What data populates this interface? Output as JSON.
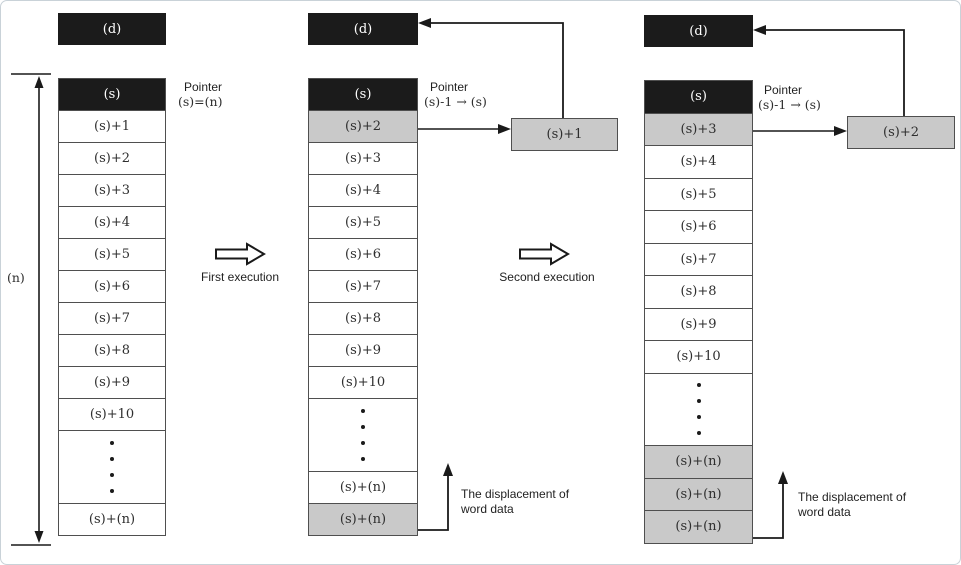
{
  "colors": {
    "black": "#1b1b1b",
    "gray": "#c9c9c9",
    "cellborder": "#4f4f4f",
    "line": "#1a1a1a",
    "figure_border": "#c9d2d8",
    "text": "#2e2e2e",
    "bg": "#ffffff"
  },
  "left": {
    "d_label": "(d)",
    "range_label": "(n)",
    "pointer_line1": "Pointer",
    "pointer_line2": "(s)=(n)",
    "rows": [
      {
        "type": "header",
        "label": "(s)"
      },
      {
        "type": "plain",
        "label": "(s)+1"
      },
      {
        "type": "plain",
        "label": "(s)+2"
      },
      {
        "type": "plain",
        "label": "(s)+3"
      },
      {
        "type": "plain",
        "label": "(s)+4"
      },
      {
        "type": "plain",
        "label": "(s)+5"
      },
      {
        "type": "plain",
        "label": "(s)+6"
      },
      {
        "type": "plain",
        "label": "(s)+7"
      },
      {
        "type": "plain",
        "label": "(s)+8"
      },
      {
        "type": "plain",
        "label": "(s)+9"
      },
      {
        "type": "plain",
        "label": "(s)+10"
      },
      {
        "type": "dots"
      },
      {
        "type": "plain",
        "label": "(s)+(n)"
      }
    ]
  },
  "middle": {
    "d_label": "(d)",
    "pointer_line1": "Pointer",
    "pointer_line2": "(s)-1 → (s)",
    "float_box_label": "(s)+1",
    "displacement_line1": "The displacement of",
    "displacement_line2": "word data",
    "rows": [
      {
        "type": "header",
        "label": "(s)"
      },
      {
        "type": "gray",
        "label": "(s)+2"
      },
      {
        "type": "plain",
        "label": "(s)+3"
      },
      {
        "type": "plain",
        "label": "(s)+4"
      },
      {
        "type": "plain",
        "label": "(s)+5"
      },
      {
        "type": "plain",
        "label": "(s)+6"
      },
      {
        "type": "plain",
        "label": "(s)+7"
      },
      {
        "type": "plain",
        "label": "(s)+8"
      },
      {
        "type": "plain",
        "label": "(s)+9"
      },
      {
        "type": "plain",
        "label": "(s)+10"
      },
      {
        "type": "dots"
      },
      {
        "type": "plain",
        "label": "(s)+(n)"
      },
      {
        "type": "gray",
        "label": "(s)+(n)"
      }
    ]
  },
  "right": {
    "d_label": "(d)",
    "pointer_line1": "Pointer",
    "pointer_line2": "(s)-1 → (s)",
    "float_box_label": "(s)+2",
    "displacement_line1": "The displacement of",
    "displacement_line2": "word data",
    "rows": [
      {
        "type": "header",
        "label": "(s)"
      },
      {
        "type": "gray",
        "label": "(s)+3"
      },
      {
        "type": "plain",
        "label": "(s)+4"
      },
      {
        "type": "plain",
        "label": "(s)+5"
      },
      {
        "type": "plain",
        "label": "(s)+6"
      },
      {
        "type": "plain",
        "label": "(s)+7"
      },
      {
        "type": "plain",
        "label": "(s)+8"
      },
      {
        "type": "plain",
        "label": "(s)+9"
      },
      {
        "type": "plain",
        "label": "(s)+10"
      },
      {
        "type": "dots"
      },
      {
        "type": "gray",
        "label": "(s)+(n)"
      },
      {
        "type": "gray",
        "label": "(s)+(n)"
      },
      {
        "type": "gray",
        "label": "(s)+(n)"
      }
    ]
  },
  "transitions": [
    {
      "label": "First execution"
    },
    {
      "label": "Second execution"
    }
  ]
}
